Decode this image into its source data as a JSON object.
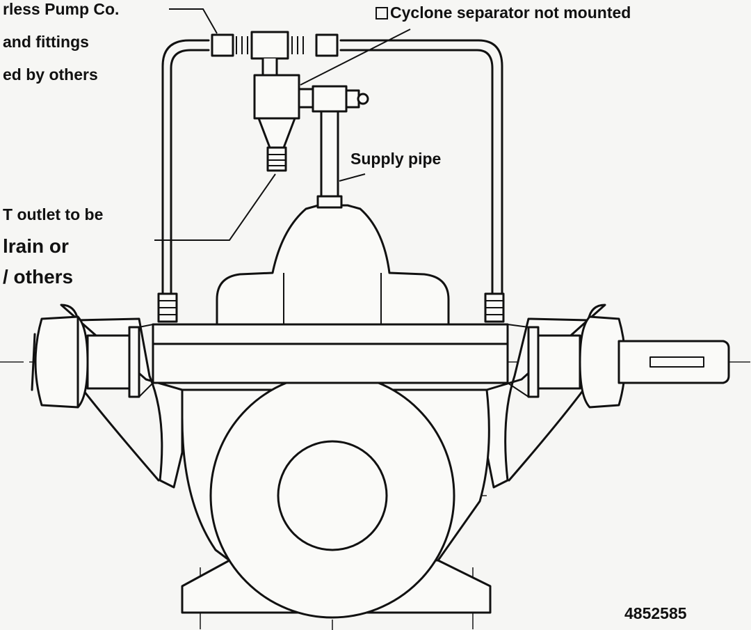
{
  "labels": {
    "peerless_line1": "rless Pump Co.",
    "peerless_line2": "and fittings",
    "peerless_line3": "ed by others",
    "cyclone": "Cyclone separator not mounted",
    "supply": "Supply pipe",
    "outlet_line1": "T outlet to be",
    "outlet_line2": "lrain or",
    "outlet_line3": "/ others",
    "drawing_number": "4852585"
  },
  "icons": {
    "cyclone_checkbox": "checkbox-icon"
  }
}
